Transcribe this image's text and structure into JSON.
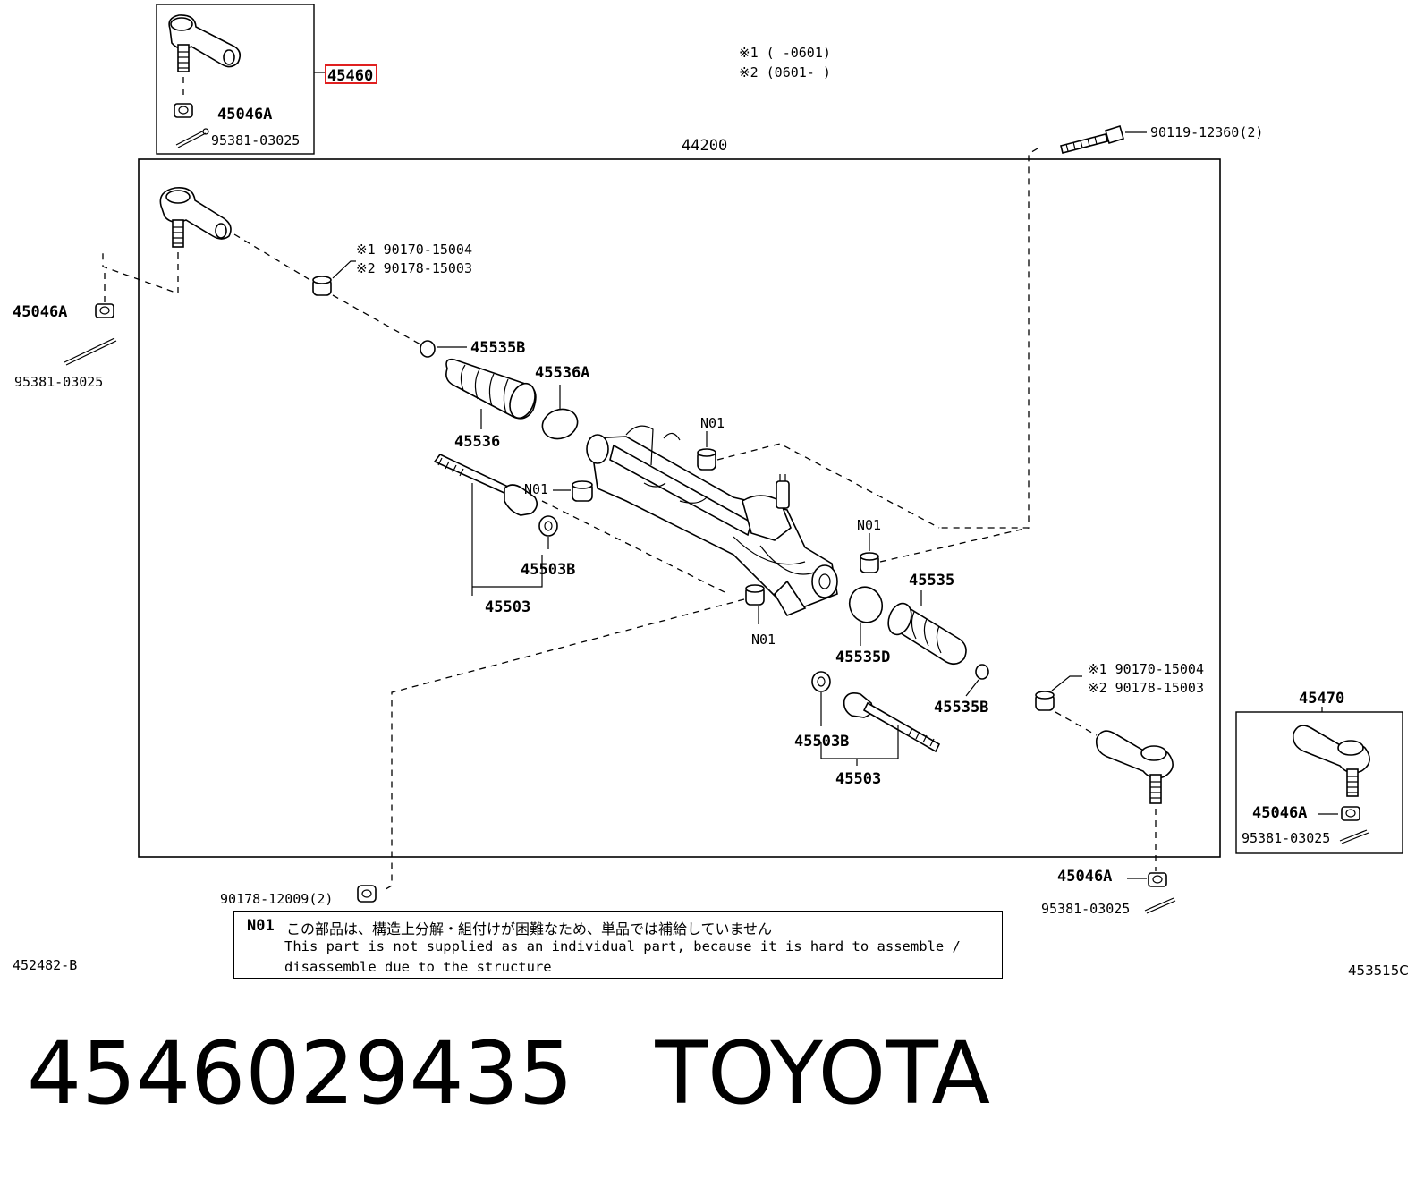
{
  "variants": {
    "v1": "※1 (    -0601)",
    "v2": "※2 (0601-    )"
  },
  "parts": {
    "p45460": "45460",
    "p44200": "44200",
    "p45470": "45470",
    "nut_a": "45046A",
    "pin": "95381-03025",
    "bolt_top": "90119-12360(2)",
    "bolt_bottom": "90178-12009(2)",
    "bush_v1": "※1  90170-15004",
    "bush_v2": "※2  90178-15003",
    "clamp_b": "45535B",
    "clamp_a": "45536A",
    "boot_l": "45536",
    "boot_r": "45535",
    "clamp_d": "45535D",
    "washer_b": "45503B",
    "rod": "45503",
    "n01": "N01"
  },
  "note": {
    "tag": "N01",
    "jp": "この部品は、構造上分解・組付けが困難なため、単品では補給していません",
    "en": "This part is not supplied as an individual part, because it is hard to assemble / disassemble due to the structure"
  },
  "codes": {
    "left": "452482-B",
    "right": "453515C"
  },
  "footer": {
    "text": "4546029435   TOYOTA"
  },
  "colors": {
    "highlight": "#e02020"
  }
}
